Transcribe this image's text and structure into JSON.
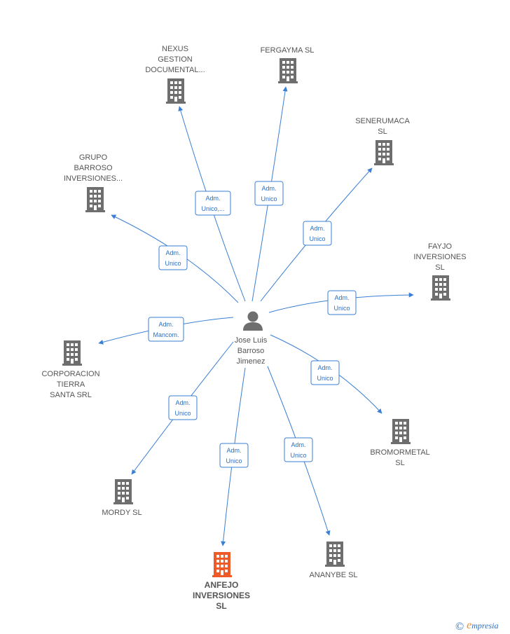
{
  "center": {
    "name_lines": [
      "Jose Luis",
      "Barroso",
      "Jimenez"
    ],
    "icon": "person-icon"
  },
  "nodes": [
    {
      "id": "nexus",
      "lines": [
        "NEXUS",
        "GESTION",
        "DOCUMENTAL..."
      ],
      "icon": "building-icon"
    },
    {
      "id": "fergayma",
      "lines": [
        "FERGAYMA SL"
      ],
      "icon": "building-icon"
    },
    {
      "id": "senerumaca",
      "lines": [
        "SENERUMACA",
        "SL"
      ],
      "icon": "building-icon"
    },
    {
      "id": "grupo",
      "lines": [
        "GRUPO",
        "BARROSO",
        "INVERSIONES..."
      ],
      "icon": "building-icon"
    },
    {
      "id": "fayjo",
      "lines": [
        "FAYJO",
        "INVERSIONES",
        "SL"
      ],
      "icon": "building-icon"
    },
    {
      "id": "corporacion",
      "lines": [
        "CORPORACION",
        "TIERRA",
        "SANTA SRL"
      ],
      "icon": "building-icon"
    },
    {
      "id": "bromormetal",
      "lines": [
        "BROMORMETAL",
        "SL"
      ],
      "icon": "building-icon"
    },
    {
      "id": "mordy",
      "lines": [
        "MORDY SL"
      ],
      "icon": "building-icon"
    },
    {
      "id": "anfejo",
      "lines": [
        "ANFEJO",
        "INVERSIONES",
        "SL"
      ],
      "icon": "building-icon",
      "highlight": true
    },
    {
      "id": "ananybe",
      "lines": [
        "ANANYBE SL"
      ],
      "icon": "building-icon"
    }
  ],
  "edges": [
    {
      "to": "nexus",
      "label": [
        "Adm.",
        "Unico,..."
      ]
    },
    {
      "to": "fergayma",
      "label": [
        "Adm.",
        "Unico"
      ]
    },
    {
      "to": "senerumaca",
      "label": [
        "Adm.",
        "Unico"
      ]
    },
    {
      "to": "grupo",
      "label": [
        "Adm.",
        "Unico"
      ]
    },
    {
      "to": "fayjo",
      "label": [
        "Adm.",
        "Unico"
      ]
    },
    {
      "to": "corporacion",
      "label": [
        "Adm.",
        "Mancom."
      ]
    },
    {
      "to": "bromormetal",
      "label": [
        "Adm.",
        "Unico"
      ]
    },
    {
      "to": "mordy",
      "label": [
        "Adm.",
        "Unico"
      ]
    },
    {
      "to": "anfejo",
      "label": [
        "Adm.",
        "Unico"
      ]
    },
    {
      "to": "ananybe",
      "label": [
        "Adm.",
        "Unico"
      ]
    }
  ],
  "colors": {
    "edge": "#3a7fd4",
    "icon": "#6e6e6e",
    "highlight": "#f05a28",
    "label": "#555555"
  },
  "watermark": {
    "copyright": "©",
    "brand_initial": "e",
    "brand_rest": "mpresia"
  }
}
